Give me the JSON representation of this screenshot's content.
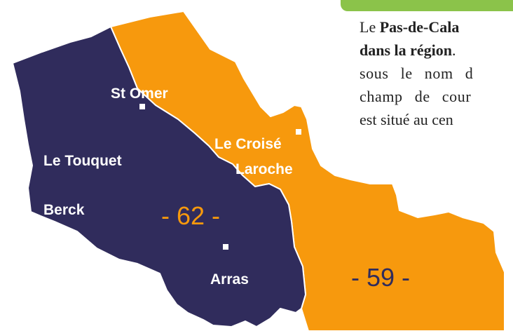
{
  "map": {
    "colors": {
      "dept62": "#302c5c",
      "dept59": "#f7990d",
      "border": "#ffffff",
      "city_label": "#ffffff",
      "dept62_label": "#f7990d",
      "dept59_label": "#302c5c",
      "accent": "#8bc34a"
    },
    "departments": [
      {
        "id": "62",
        "label": "- 62 -"
      },
      {
        "id": "59",
        "label": "- 59 -"
      }
    ],
    "cities": [
      {
        "id": "st-omer",
        "name": "St Omer"
      },
      {
        "id": "le-touquet",
        "name": "Le Touquet"
      },
      {
        "id": "berck",
        "name": "Berck"
      },
      {
        "id": "arras",
        "name": "Arras"
      },
      {
        "id": "le-croise-laroche",
        "name": "Le Croisé",
        "name_line2": "Laroche"
      }
    ]
  },
  "text": {
    "line1_prefix": "Le ",
    "line1_bold": "Pas-de-Cala",
    "line2_bold": "dans la région",
    "line2_suffix": ".",
    "line3": "sous le nom d",
    "line4": "champ de cour",
    "line5": "est situé au cen"
  }
}
